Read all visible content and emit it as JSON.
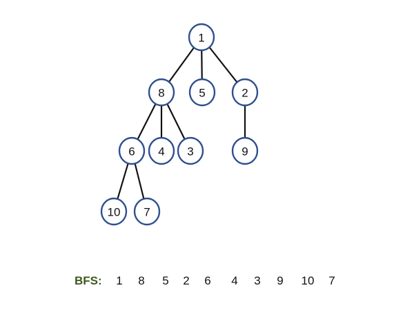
{
  "tree": {
    "nodes": [
      {
        "id": "1",
        "label": "1"
      },
      {
        "id": "8",
        "label": "8"
      },
      {
        "id": "5",
        "label": "5"
      },
      {
        "id": "2",
        "label": "2"
      },
      {
        "id": "6",
        "label": "6"
      },
      {
        "id": "4",
        "label": "4"
      },
      {
        "id": "3",
        "label": "3"
      },
      {
        "id": "9",
        "label": "9"
      },
      {
        "id": "10",
        "label": "10"
      },
      {
        "id": "7",
        "label": "7"
      }
    ],
    "edges": [
      [
        "1",
        "8"
      ],
      [
        "1",
        "5"
      ],
      [
        "1",
        "2"
      ],
      [
        "8",
        "6"
      ],
      [
        "8",
        "4"
      ],
      [
        "8",
        "3"
      ],
      [
        "2",
        "9"
      ],
      [
        "6",
        "10"
      ],
      [
        "6",
        "7"
      ]
    ],
    "node_stroke_color": "#2f4f8f",
    "edge_color": "#111111"
  },
  "bfs": {
    "label": "BFS:",
    "label_color": "#3e5a1e",
    "order": [
      "1",
      "8",
      "5",
      "2",
      "6",
      "4",
      "3",
      "9",
      "10",
      "7"
    ]
  }
}
